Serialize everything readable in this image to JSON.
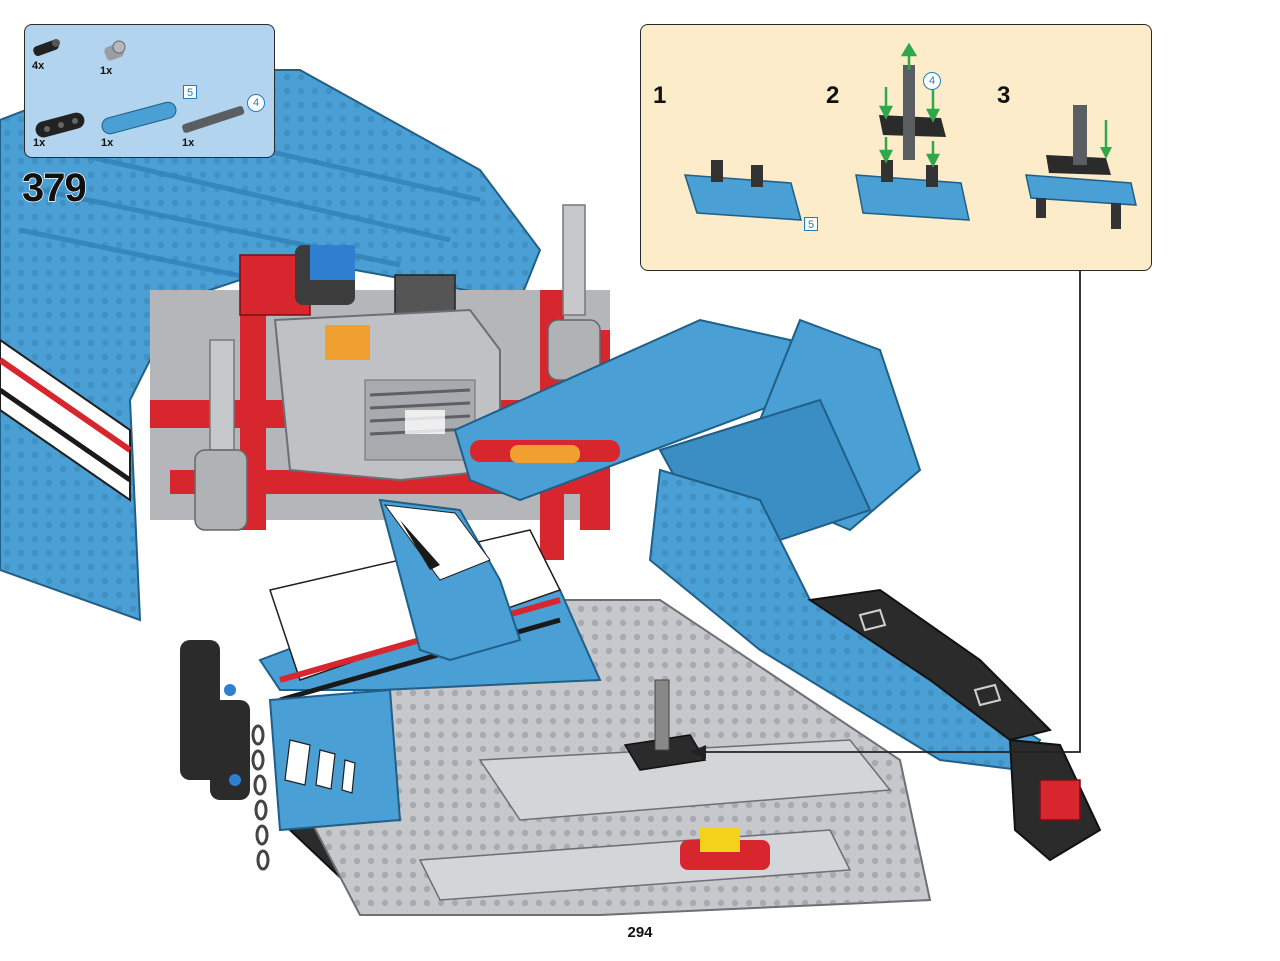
{
  "step_number": "379",
  "page_number": "294",
  "parts_list": [
    {
      "name": "black-friction-pin",
      "quantity": "4x"
    },
    {
      "name": "gray-axle-pin",
      "quantity": "1x"
    },
    {
      "name": "black-beam-3",
      "quantity": "1x"
    },
    {
      "name": "azure-beam-5",
      "quantity": "1x",
      "length_label": "5"
    },
    {
      "name": "dark-gray-axle-4",
      "quantity": "1x",
      "length_label": "4"
    }
  ],
  "sub_assembly": {
    "steps": [
      {
        "number": "1",
        "length_label": "5"
      },
      {
        "number": "2",
        "length_label": "4"
      },
      {
        "number": "3"
      }
    ]
  },
  "colors": {
    "parts_box_bg": "#b3d4ef",
    "sub_box_bg": "#fcecca",
    "model_blue": "#4a9fd4",
    "model_red": "#d8262e",
    "model_gray": "#c6c8cb",
    "callout_line": "#222222",
    "arrow_green": "#2ea84a",
    "length_marker": "#1e7fc0"
  }
}
